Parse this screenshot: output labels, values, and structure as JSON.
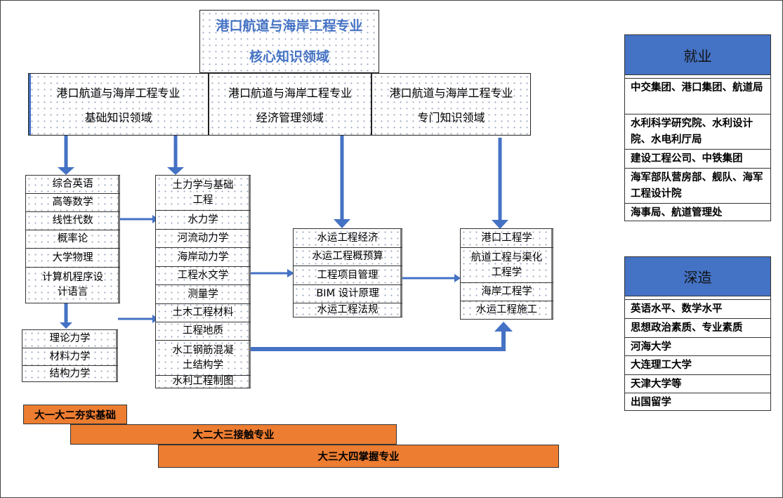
{
  "title": {
    "line1": "港口航道与海岸工程专业",
    "line2": "核心知识领域"
  },
  "areas": [
    {
      "line1": "港口航道与海岸工程专业",
      "line2": "基础知识领域"
    },
    {
      "line1": "港口航道与海岸工程专业",
      "line2": "经济管理领域"
    },
    {
      "line1": "港口航道与海岸工程专业",
      "line2": "专门知识领域"
    }
  ],
  "basic_courses": [
    "综合英语",
    "高等数学",
    "线性代数",
    "概率论",
    "大学物理",
    "计算机程序设计语言"
  ],
  "mechanics_courses": [
    "理论力学",
    "材料力学",
    "结构力学"
  ],
  "engineering_courses": [
    "土力学与基础工程",
    "水力学",
    "河流动力学",
    "海岸动力学",
    "工程水文学",
    "测量学",
    "土木工程材料",
    "工程地质",
    "水工钢筋混凝土结构学",
    "水利工程制图"
  ],
  "economics_courses": [
    "水运工程经济",
    "水运工程概预算",
    "工程项目管理",
    "BIM 设计原理",
    "水运工程法规"
  ],
  "specialized_courses": [
    "港口工程学",
    "航道工程与渠化工程学",
    "海岸工程学",
    "水运工程施工"
  ],
  "employment": {
    "heading": "就业",
    "items": [
      "中交集团、港口集团、航道局",
      "水利科学研究院、水利设计院、水电利厅局",
      "建设工程公司、中铁集团",
      "海军部队营房部、舰队、海军工程设计院",
      "海事局、航道管理处"
    ]
  },
  "further_study": {
    "heading": "深造",
    "items": [
      "英语水平、数学水平",
      "思想政治素质、专业素质",
      "河海大学",
      "大连理工大学",
      "天津大学等",
      "出国留学"
    ]
  },
  "phases": [
    "大一大二夯实基础",
    "大二大三接触专业",
    "大三大四掌握专业"
  ],
  "colors": {
    "accent": "#4472c4",
    "phase": "#ed7d31",
    "title_text": "#4472c4"
  }
}
